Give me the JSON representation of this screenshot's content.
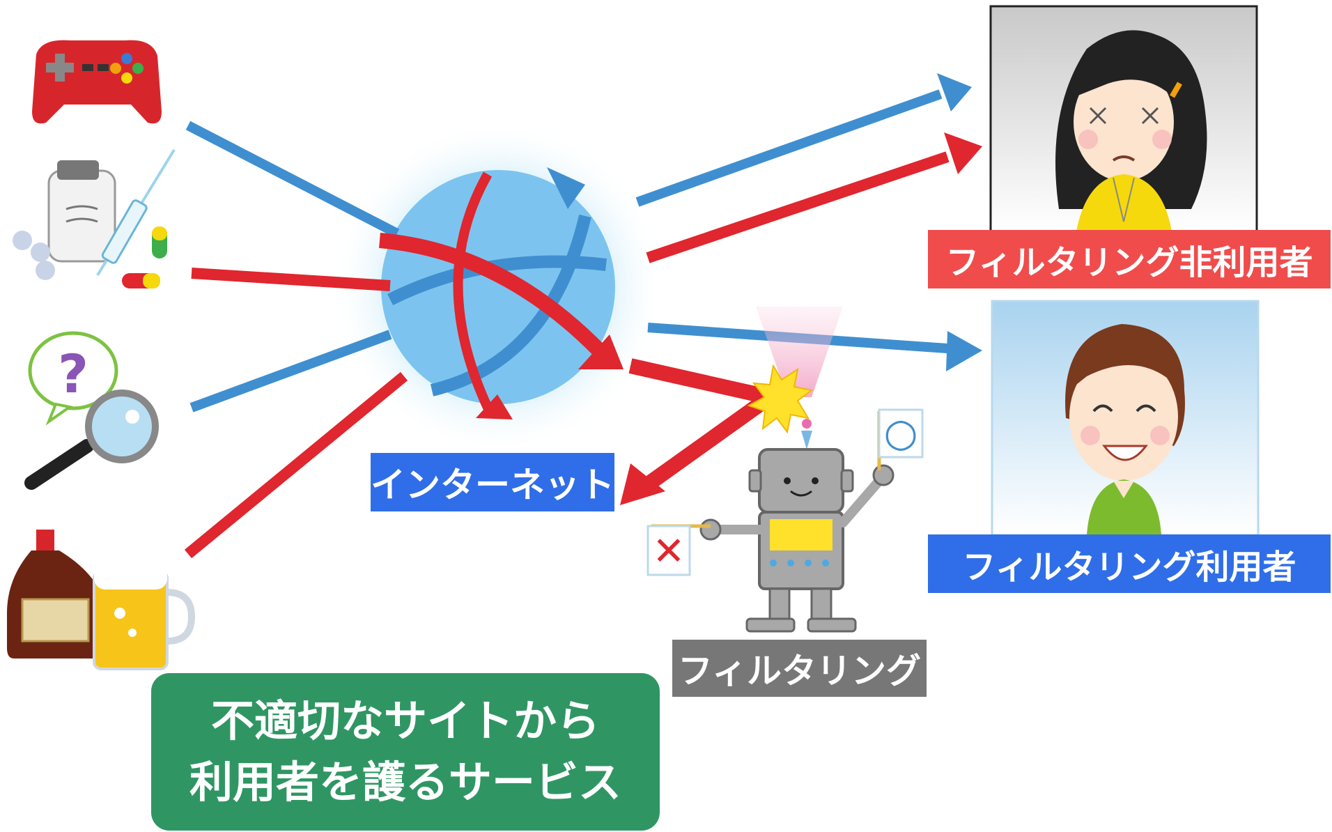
{
  "labels": {
    "internet": "インターネット",
    "filtering": "フィルタリング",
    "non_user": "フィルタリング非利用者",
    "user": "フィルタリング利用者"
  },
  "caption": {
    "line1": "不適切なサイトから",
    "line2": "利用者を護るサービス"
  },
  "flags": {
    "reject_mark": "✕",
    "accept_mark": "○"
  },
  "colors": {
    "red_arrow": "#e0262e",
    "blue_arrow": "#3f8fd0",
    "globe": "#7cc4ef",
    "internet_label": "#2f6ee8",
    "filtering_label": "#777777",
    "non_user_label": "#f04c4c",
    "user_label": "#2f6ee8",
    "caption_bg": "#2f9663"
  },
  "icons": [
    "game-controller-icon",
    "medicine-icon",
    "question-magnifier-icon",
    "alcohol-icon",
    "robot-icon",
    "globe-icon"
  ]
}
